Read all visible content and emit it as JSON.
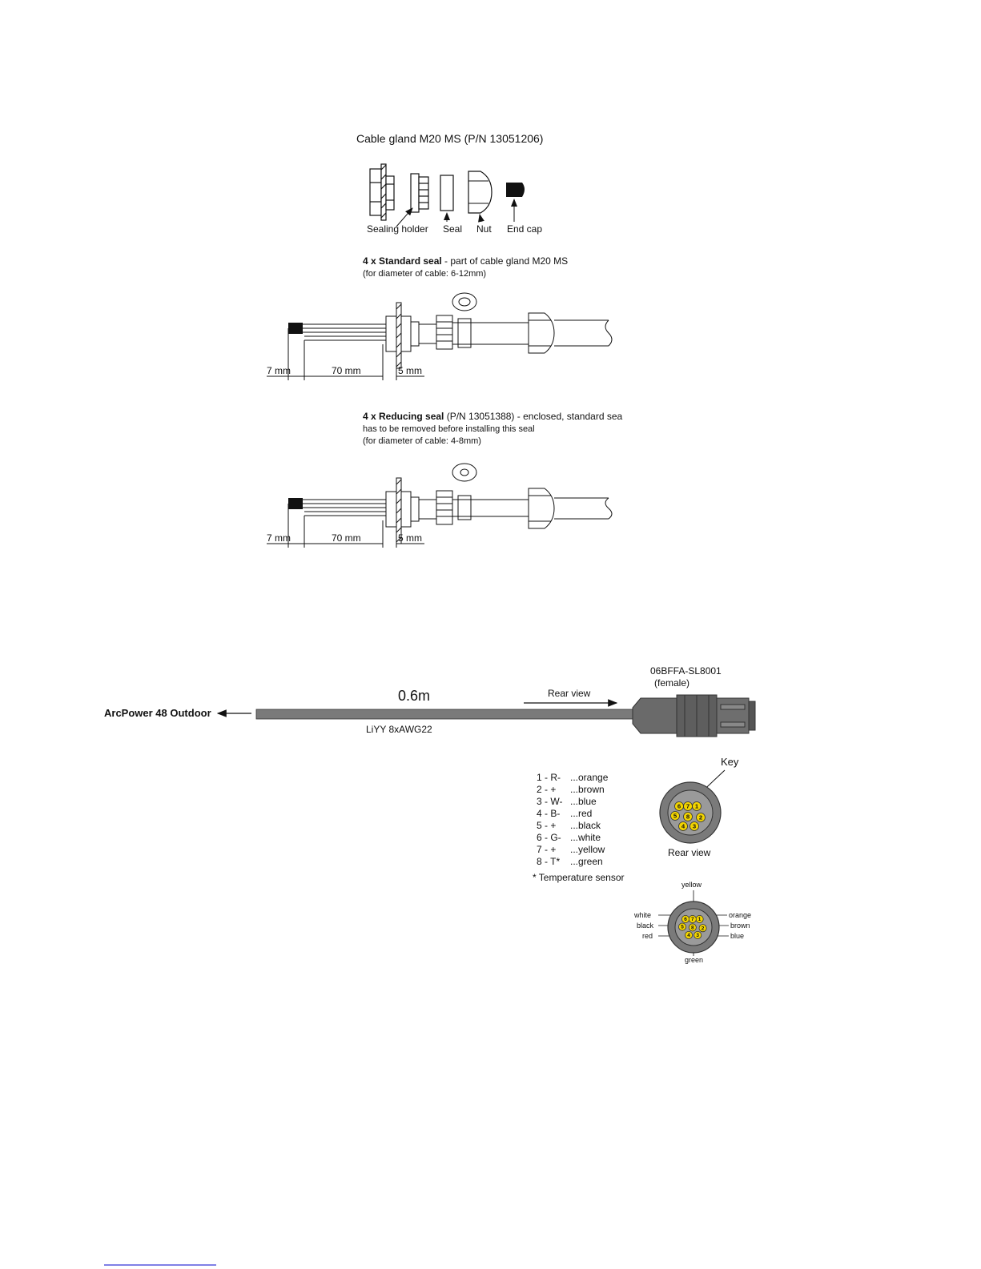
{
  "gland": {
    "title": "Cable gland M20 MS (P/N 13051206)",
    "parts": [
      "Sealing holder",
      "Seal",
      "Nut",
      "End cap"
    ]
  },
  "standard_seal": {
    "bold": "4 x Standard  seal",
    "rest": " - part of cable gland M20 MS",
    "line2": "(for diameter of cable: 6-12mm)",
    "dims": [
      "7 mm",
      "70 mm",
      "5 mm"
    ]
  },
  "reducing_seal": {
    "bold": "4 x Reducing  seal",
    "rest": " (P/N 13051388) - enclosed, standard sea",
    "line2": "has to be removed before installing this seal",
    "line3": "(for diameter of cable: 4-8mm)",
    "dims": [
      "7 mm",
      "70 mm",
      "5 mm"
    ]
  },
  "cable": {
    "device": "ArcPower 48 Outdoor",
    "length": "0.6m",
    "type": "LiYY 8xAWG22",
    "rear_view_arrow": "Rear view",
    "connector_part": "06BFFA-SL8001",
    "connector_gender": "(female)"
  },
  "pinout": {
    "rows": [
      {
        "pin": "1 - R-",
        "color": "...orange"
      },
      {
        "pin": "2 - +",
        "color": "...brown"
      },
      {
        "pin": "3 - W-",
        "color": "...blue"
      },
      {
        "pin": "4 - B-",
        "color": "...red"
      },
      {
        "pin": "5 - +",
        "color": "...black"
      },
      {
        "pin": "6 - G-",
        "color": "...white"
      },
      {
        "pin": "7 - +",
        "color": "...yellow"
      },
      {
        "pin": "8 - T*",
        "color": "...green"
      }
    ],
    "footnote": "* Temperature sensor",
    "key_label": "Key",
    "rear_view_label": "Rear view",
    "pins": [
      "1",
      "2",
      "3",
      "4",
      "5",
      "6",
      "7",
      "8"
    ],
    "wire_labels": {
      "top": "yellow",
      "bottom": "green",
      "left": [
        "white",
        "black",
        "red"
      ],
      "right": [
        "orange",
        "brown",
        "blue"
      ]
    }
  },
  "colors": {
    "pin_fill": "#f2d400",
    "cable_gray": "#7a7a7a",
    "footer_link": "#0000cc"
  }
}
